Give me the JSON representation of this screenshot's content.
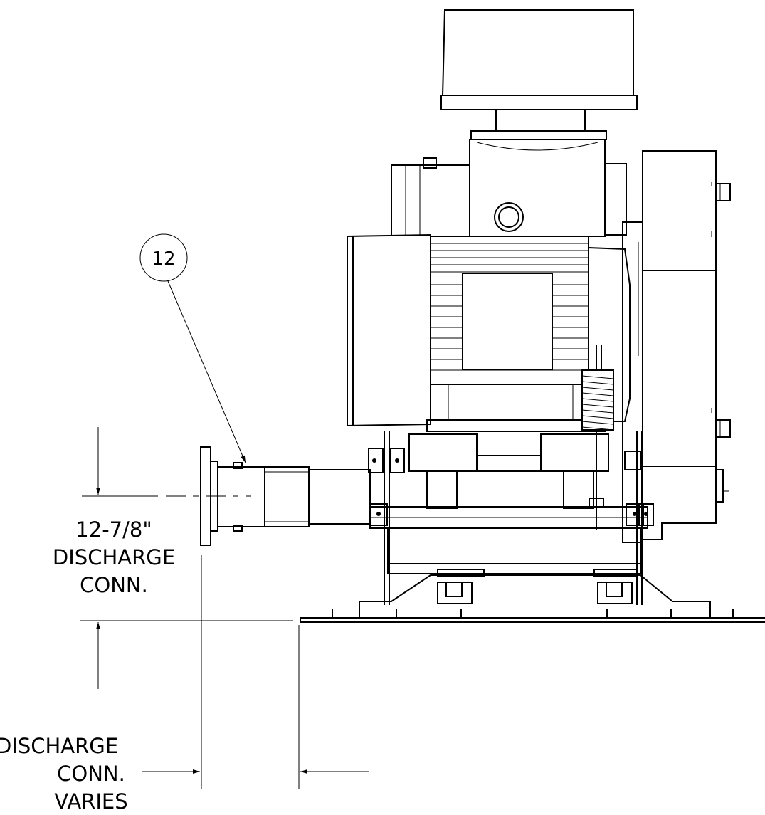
{
  "balloon": {
    "number": "12"
  },
  "dimension_height": {
    "line1": "12-7/8\"",
    "line2": "DISCHARGE",
    "line3": "CONN."
  },
  "dimension_offset": {
    "line1": "DISCHARGE",
    "line2": "CONN.",
    "line3": "VARIES"
  },
  "colors": {
    "line": "#000000",
    "background": "#ffffff"
  }
}
